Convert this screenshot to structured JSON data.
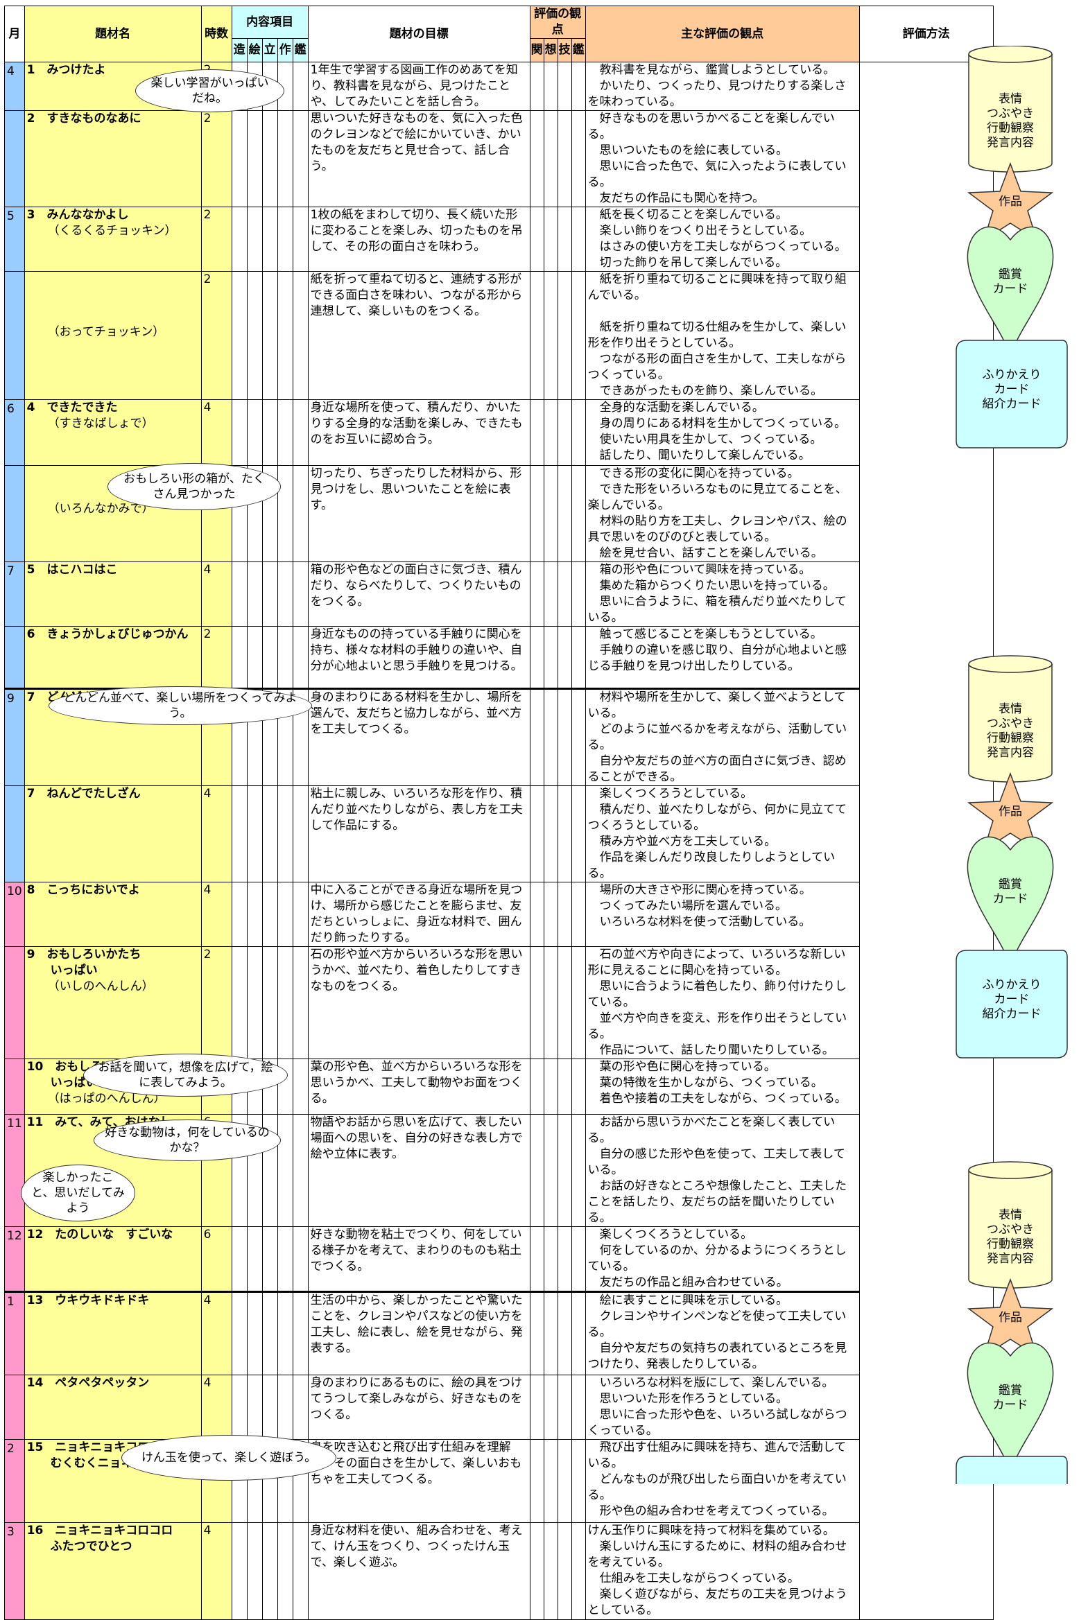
{
  "header": {
    "month": "月",
    "topic": "題材名",
    "hours": "時数",
    "content": "内容項目",
    "content_sub": [
      "造",
      "絵",
      "立",
      "作",
      "鑑"
    ],
    "goal": "題材の目標",
    "viewpoint": "評価の観点",
    "viewpoint_sub": [
      "関",
      "想",
      "技",
      "鑑"
    ],
    "main_points": "主な評価の観点",
    "method": "評価方法"
  },
  "rows": [
    {
      "month": "4",
      "topic": "1　みつけたよ",
      "topic2": "",
      "hours": "2",
      "goal": "1年生で学習する図画工作のめあてを知り、教科書を見ながら、見つけたことや、してみたいことを話し合う。",
      "points": "　教科書を見ながら、鑑賞しようとしている。\n　かいたり、つくったり、見つけたりする楽しさを味わっている。"
    },
    {
      "month": "",
      "topic": "2　すきなものなあに",
      "topic2": "",
      "hours": "2",
      "goal": "思いついた好きなものを、気に入った色のクレヨンなどで絵にかいていき、かいたものを友だちと見せ合って、話し合う。",
      "points": "　好きなものを思いうかべることを楽しんでいる。\n　思いついたものを絵に表している。\n　思いに合った色で、気に入ったように表している。\n　友だちの作品にも関心を持つ。"
    },
    {
      "month": "5",
      "topic": "3　みんななかよし",
      "topic2": "（くるくるチョッキン）",
      "hours": "2",
      "goal": "1枚の紙をまわして切り、長く続いた形に変わることを楽しみ、切ったものを吊して、その形の面白さを味わう。",
      "points": "　紙を長く切ることを楽しんでいる。\n　楽しい飾りをつくり出そうとしている。\n　はさみの使い方を工夫しながらつくっている。\n　切った飾りを吊して楽しんでいる。"
    },
    {
      "month": "",
      "topic": "",
      "topic2": "（おってチョッキン）",
      "hours": "2",
      "goal": "紙を折って重ねて切ると、連続する形ができる面白さを味わい、つながる形から連想して、楽しいものをつくる。",
      "points": "　紙を折り重ねて切ることに興味を持って取り組んでいる。\n\n　紙を折り重ねて切る仕組みを生かして、楽しい形を作り出そうとしている。\n　つながる形の面白さを生かして、工夫しながらつくっている。\n　できあがったものを飾り、楽しんでいる。"
    },
    {
      "month": "6",
      "topic": "4　できたできた",
      "topic2": "（すきなばしょで）",
      "hours": "4",
      "goal": "身近な場所を使って、積んだり、かいたりする全身的な活動を楽しみ、できたものをお互いに認め合う。",
      "points": "　全身的な活動を楽しんでいる。\n　身の周りにある材料を生かしてつくっている。\n　使いたい用具を生かして、つくっている。\n　話したり、聞いたりして楽しんでいる。"
    },
    {
      "month": "",
      "topic": "",
      "topic2": "（いろんなかみで）",
      "hours": "4",
      "goal": "切ったり、ちぎったりした材料から、形見つけをし、思いついたことを絵に表す。",
      "points": "　できる形の変化に関心を持っている。\n　できた形をいろいろなものに見立てることを、楽しんでいる。\n　材料の貼り方を工夫し、クレヨンやパス、絵の具で思いをのびのびと表している。\n　絵を見せ合い、話すことを楽しんでいる。"
    },
    {
      "month": "7",
      "topic": "5　はこハコはこ",
      "topic2": "",
      "hours": "4",
      "goal": "箱の形や色などの面白さに気づき、積んだり、ならべたりして、つくりたいものをつくる。",
      "points": "　箱の形や色について興味を持っている。\n　集めた箱からつくりたい思いを持っている。\n　思いに合うように、箱を積んだり並べたりしている。"
    },
    {
      "month": "",
      "topic": "6　きょうかしょびじゅつかん",
      "topic2": "",
      "hours": "2",
      "goal": "身近なものの持っている手触りに関心を持ち、様々な材料の手触りの違いや、自分が心地よいと思う手触りを見つける。",
      "points": "　触って感じることを楽しもうとしている。\n　手触りの違いを感じ取り、自分が心地よいと感じる手触りを見つけ出したりしている。"
    },
    {
      "month": "9",
      "topic": "7　どんどんならべて",
      "topic2": "",
      "hours": "4",
      "goal": "身のまわりにある材料を生かし、場所を選んで、友だちと協力しながら、並べ方を工夫してつくる。",
      "points": "　材料や場所を生かして、楽しく並べようとしている。\n　どのように並べるかを考えながら、活動している。\n　自分や友だちの並べ方の面白さに気づき、認めることができる。"
    },
    {
      "month": "",
      "topic": "7　ねんどでたしざん",
      "topic2": "",
      "hours": "4",
      "goal": "粘土に親しみ、いろいろな形を作り、積んだり並べたりしながら、表し方を工夫して作品にする。",
      "points": "　楽しくつくろうとしている。\n　積んだり、並べたりしながら、何かに見立ててつくろうとしている。\n　積み方や並べ方を工夫している。\n　作品を楽しんだり改良したりしようとしている。"
    },
    {
      "month": "10",
      "topic": "8　こっちにおいでよ",
      "topic2": "",
      "hours": "4",
      "goal": "中に入ることができる身近な場所を見つけ、場所から感じたことを膨らませ、友だちといっしょに、身近な材料で、囲んだり飾ったりする。",
      "points": "　場所の大きさや形に関心を持っている。\n　つくってみたい場所を選んでいる。\n　いろいろな材料を使って活動している。"
    },
    {
      "month": "",
      "topic": "9　おもしろいかたち\n　　いっぱい",
      "topic2": "（いしのへんしん）",
      "hours": "2",
      "goal": "石の形や並べ方からいろいろな形を思いうかべ、並べたり、着色したりしてすきなものをつくる。",
      "points": "　石の並べ方や向きによって、いろいろな新しい形に見えることに関心を持っている。\n　思いに合うように着色したり、飾り付けたりしている。\n　並べ方や向きを変え、形を作り出そうとしている。\n　作品について、話したり聞いたりしている。"
    },
    {
      "month": "",
      "topic": "10　おもしろいかたち\n　　いっぱい",
      "topic2": "（はっぱのへんしん）",
      "hours": "2",
      "goal": "葉の形や色、並べ方からいろいろな形を思いうかべ、工夫して動物やお面をつくる。",
      "points": "　葉の形や色に関心を持っている。\n　葉の特徴を生かしながら、つくっている。\n　着色や接着の工夫をしながら、つくっている。"
    },
    {
      "month": "11",
      "topic": "11　みて、みて、おはなし",
      "topic2": "",
      "hours": "6",
      "goal": "物語やお話から思いを広げて、表したい場面への思いを、自分の好きな表し方で絵や立体に表す。",
      "points": "　お話から思いうかべたことを楽しく表している。\n　自分の感じた形や色を使って、工夫して表している。\n　お話の好きなところや想像したこと、工夫したことを話したり、友だちの話を聞いたりしている。"
    },
    {
      "month": "12",
      "topic": "12　たのしいな　すごいな",
      "topic2": "",
      "hours": "6",
      "goal": "好きな動物を粘土でつくり、何をしている様子かを考えて、まわりのものも粘土でつくる。",
      "points": "　楽しくつくろうとしている。\n　何をしているのか、分かるようにつくろうとしている。\n　友だちの作品と組み合わせている。"
    },
    {
      "month": "1",
      "topic": "13　ウキウキドキドキ",
      "topic2": "",
      "hours": "4",
      "goal": "生活の中から、楽しかったことや驚いたことを、クレヨンやパスなどの使い方を工夫し、絵に表し、絵を見せながら、発表する。",
      "points": "　絵に表すことに興味を示している。\n　クレヨンやサインペンなどを使って工夫している。\n　自分や友だちの気持ちの表れているところを見つけたり、発表したりしている。"
    },
    {
      "month": "",
      "topic": "14　ペタペタペッタン",
      "topic2": "",
      "hours": "4",
      "goal": "身のまわりにあるものに、絵の具をつけてうつして楽しみながら、好きなものをつくる。",
      "points": "　いろいろな材料を版にして、楽しんでいる。\n　思いついた形を作ろうとしている。\n　思いに合った形や色を、いろいろ試しながらつくっている。"
    },
    {
      "month": "2",
      "topic": "15　ニョキニョキコロコロ\n　　むくむくニョキニョキ",
      "topic2": "",
      "hours": "6",
      "goal": "息を吹き込むと飛び出す仕組みを理解し、その面白さを生かして、楽しいおもちゃを工夫してつくる。",
      "points": "　飛び出す仕組みに興味を持ち、進んで活動している。\n　どんなものが飛び出したら面白いかを考えている。\n　形や色の組み合わせを考えてつくっている。"
    },
    {
      "month": "3",
      "topic": "16　ニョキニョキコロコロ\n　　ふたつでひとつ",
      "topic2": "",
      "hours": "4",
      "goal": "身近な材料を使い、組み合わせを、考えて、けん玉をつくり、つくったけん玉で、楽しく遊ぶ。",
      "points": "けん玉作りに興味を持って材料を集めている。\n　楽しいけん玉にするために、材料の組み合わせを考えている。\n　仕組みを工夫しながらつくっている。\n　楽しく遊びながら、友だちの工夫を見つけようとしている。"
    }
  ],
  "bubbles": [
    "楽しい学習がいっぱいだね。",
    "おもしろい形の箱が、たくさん見つかった",
    "どんどん並べて、楽しい場所をつくってみよう。",
    "お話を聞いて，想像を広げて，絵に表してみよう。",
    "好きな動物は，何をしているのかな？",
    "楽しかったこと、思いだしてみよう",
    "けん玉を使って、楽しく遊ぼう。"
  ],
  "methods": {
    "cylinder": "表情\nつぶやき\n行動観察\n発言内容",
    "star": "作品",
    "heart": "鑑賞\nカード",
    "scroll": "ふりかえり\nカード\n紹介カード"
  },
  "colors": {
    "yellow": "#ffff99",
    "blue": "#99ccff",
    "pink": "#ff99cc",
    "cyan": "#ccffff",
    "orange": "#ffcc99",
    "star": "#ffcc99",
    "heart": "#ccffcc",
    "cylinder": "#ffffcc",
    "scroll": "#ccffff"
  }
}
